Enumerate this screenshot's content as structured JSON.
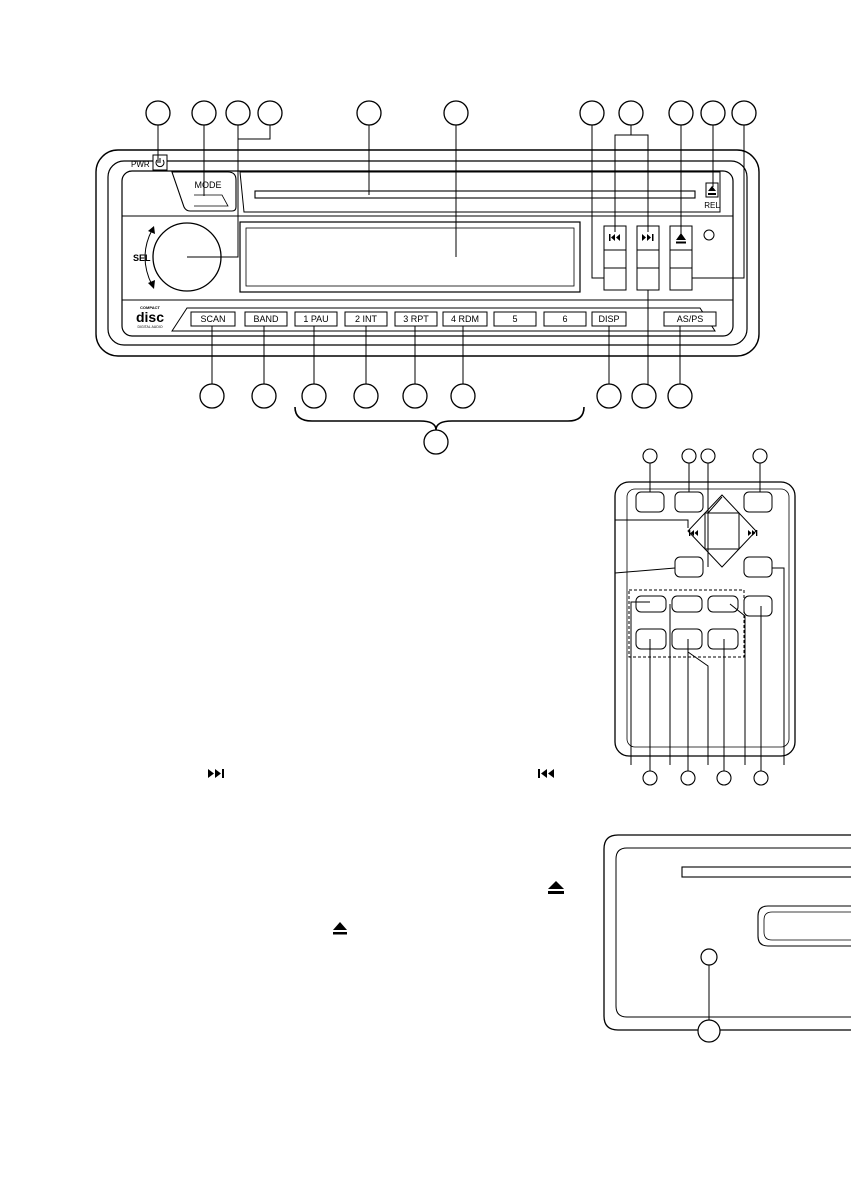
{
  "head_unit": {
    "pwr_label": "PWR",
    "mode_label": "MODE",
    "sel_label": "SEL",
    "rel_label": "REL",
    "disc_logo": {
      "line1": "COMPACT",
      "line2": "disc",
      "line3": "DIGITAL AUDIO"
    },
    "buttons": [
      "SCAN",
      "BAND",
      "1 PAU",
      "2 INT",
      "3 RPT",
      "4 RDM",
      "5",
      "6",
      "DISP",
      "AS/PS"
    ]
  },
  "icons": {
    "power": "power-icon",
    "prev": "skip-back-icon",
    "next": "skip-forward-icon",
    "eject": "eject-icon",
    "release": "release-icon"
  }
}
